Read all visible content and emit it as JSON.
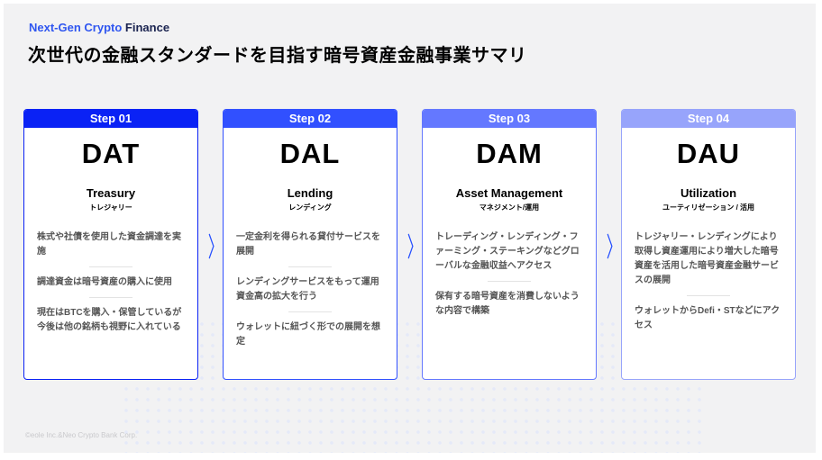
{
  "header": {
    "kicker_blue": "Next-Gen Crypto",
    "kicker_dark": "Finance",
    "title": "次世代の金融スタンダードを目指す暗号資産金融事業サマリ"
  },
  "steps": [
    {
      "step": "Step 01",
      "code": "DAT",
      "en": "Treasury",
      "jp": "トレジャリー",
      "color": "#0a22f5",
      "points": [
        "株式や社債を使用した資金調達を実施",
        "調達資金は暗号資産の購入に使用",
        "現在はBTCを購入・保管しているが今後は他の銘柄も視野に入れている"
      ]
    },
    {
      "step": "Step 02",
      "code": "DAL",
      "en": "Lending",
      "jp": "レンディング",
      "color": "#3150ff",
      "points": [
        "一定金利を得られる貸付サービスを展開",
        "レンディングサービスをもって運用資金高の拡大を行う",
        "ウォレットに紐づく形での展開を想定"
      ]
    },
    {
      "step": "Step 03",
      "code": "DAM",
      "en": "Asset Management",
      "jp": "マネジメント/運用",
      "color": "#6478ff",
      "points": [
        "トレーディング・レンディング・ファーミング・ステーキングなどグローバルな金融収益へアクセス",
        "保有する暗号資産を消費しないような内容で構築"
      ]
    },
    {
      "step": "Step 04",
      "code": "DAU",
      "en": "Utilization",
      "jp": "ユーティリゼーション / 活用",
      "color": "#97a4fb",
      "points": [
        "トレジャリー・レンディングにより取得し資産運用により増大した暗号資産を活用した暗号資産金融サービスの展開",
        "ウォレットからDefi・STなどにアクセス"
      ]
    }
  ],
  "arrow_glyph": "〉",
  "footer": {
    "copyright": "©eole Inc.&Neo Crypto Bank Corp."
  }
}
